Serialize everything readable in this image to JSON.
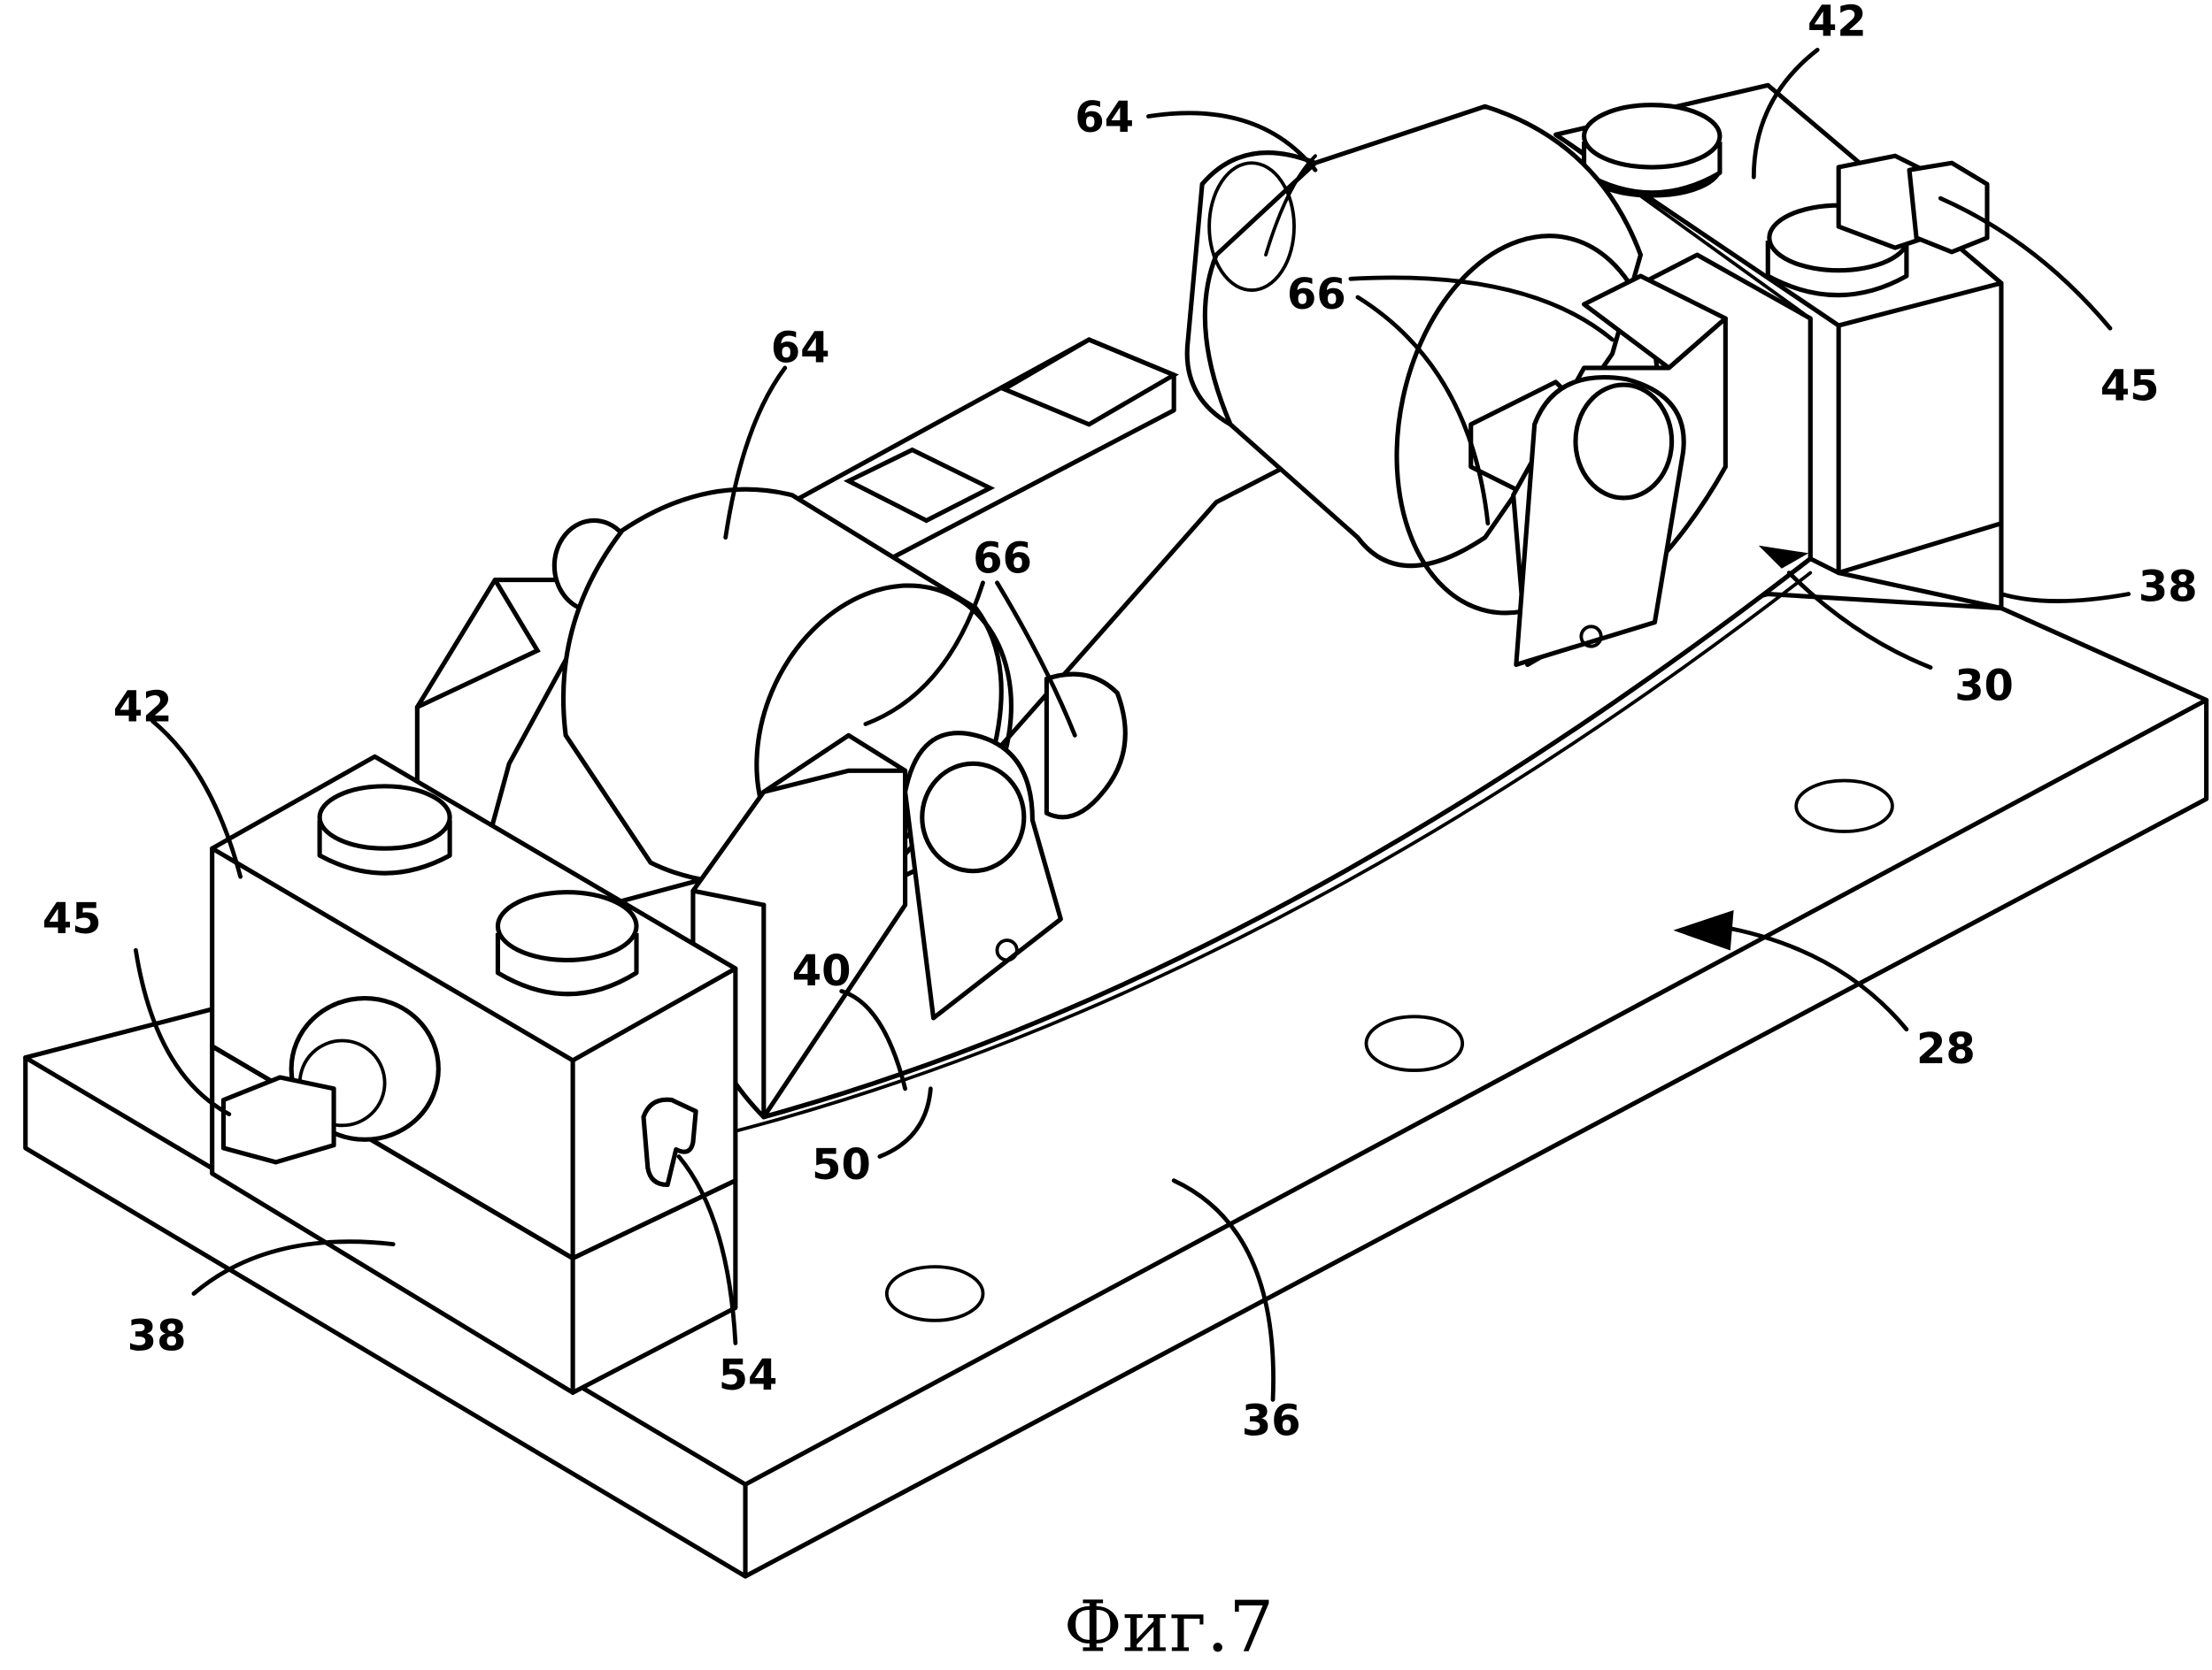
{
  "figure": {
    "caption": "Фиг.7",
    "labels": {
      "l64_top": "64",
      "l64_left": "64",
      "l42_top": "42",
      "l42_left": "42",
      "l45_right": "45",
      "l45_left": "45",
      "l66_right": "66",
      "l66_center": "66",
      "l38_right": "38",
      "l38_left": "38",
      "l30": "30",
      "l28": "28",
      "l40": "40",
      "l50": "50",
      "l54": "54",
      "l36": "36"
    }
  }
}
